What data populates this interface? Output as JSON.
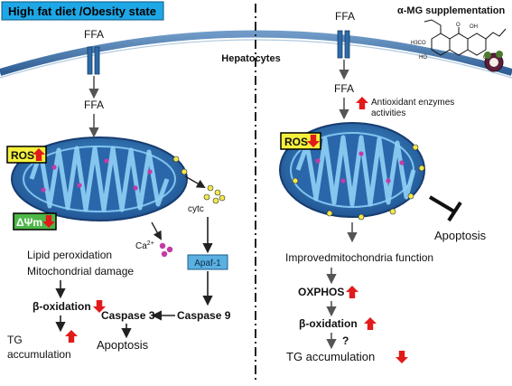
{
  "left_panel": {
    "title": "High fat diet /Obesity state",
    "ffa_top": "FFA",
    "ffa_bottom": "FFA",
    "ros": "ROS",
    "delta_psi": "ΔΨm",
    "cytc": "cytc",
    "calcium": "Ca",
    "calcium_sup": "2+",
    "apaf": "Apaf-1",
    "lipid_peroxidation": "Lipid peroxidation",
    "mito_damage": "Mitochondrial damage",
    "beta_oxidation": "β-oxidation",
    "tg": "TG",
    "accumulation": "accumulation",
    "caspase3": "Caspase 3",
    "caspase9": "Caspase 9",
    "apoptosis": "Apoptosis"
  },
  "center": {
    "hepatocytes": "Hepatocytes"
  },
  "right_panel": {
    "supplement_alpha": "α",
    "supplement_rest": "-MG supplementation",
    "ffa_top": "FFA",
    "ffa_bottom": "FFA",
    "antioxidant_line1": "Antioxidant enzymes",
    "antioxidant_line2": "activities",
    "ros": "ROS",
    "apoptosis": "Apoptosis",
    "improved": "Improvedmitochondria function",
    "oxphos": "OXPHOS",
    "beta_oxidation": "β-oxidation",
    "question": "?",
    "tg": "TG accumulation",
    "molecule": {
      "methoxy": "H3CO",
      "carbonyl_o": "O",
      "oh_top": "OH",
      "oh_left": "HO",
      "oh_right": "OH"
    }
  },
  "colors": {
    "title_bg": "#1ea7e6",
    "membrane": "#3a6fa3",
    "mito_outer": "#2f63a8",
    "mito_inner": "#4aa0d6",
    "highlight_yellow": "#f5f03c",
    "highlight_green": "#4db848",
    "up_arrow": "#e21a1a",
    "down_arrow": "#e21a1a",
    "cytc_yellow": "#f2e84a",
    "calcium_purple": "#c43aa6",
    "apaf_bg": "#5ab0e0"
  },
  "icons": {
    "up": "red-up-arrow-icon",
    "down": "red-down-arrow-icon",
    "inhibit": "inhibition-t-bar-icon",
    "mangosteen": "mangosteen-fruit-icon"
  }
}
